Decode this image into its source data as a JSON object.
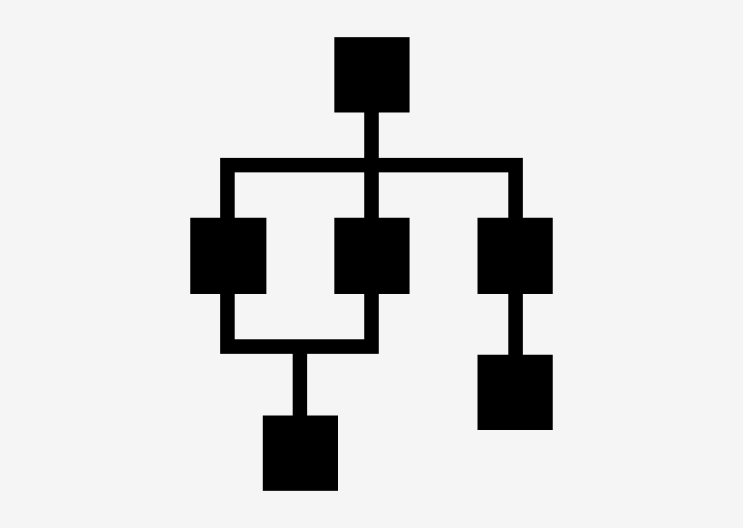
{
  "colors": {
    "background": "#f5f5f5",
    "foreground": "#000000"
  },
  "diagram": {
    "type": "hierarchy-icon",
    "icon_name": "hierarchy-icon",
    "nodes": [
      {
        "id": "root",
        "name": "root-node"
      },
      {
        "id": "left",
        "name": "child-node-left"
      },
      {
        "id": "center",
        "name": "child-node-center"
      },
      {
        "id": "right",
        "name": "child-node-right"
      },
      {
        "id": "bottom_merge",
        "name": "merged-child-node"
      },
      {
        "id": "right_child",
        "name": "right-descendant-node"
      }
    ],
    "edges": [
      {
        "from": "root",
        "to": "left"
      },
      {
        "from": "root",
        "to": "center"
      },
      {
        "from": "root",
        "to": "right"
      },
      {
        "from": "left",
        "to": "bottom_merge"
      },
      {
        "from": "center",
        "to": "bottom_merge"
      },
      {
        "from": "right",
        "to": "right_child"
      }
    ]
  }
}
